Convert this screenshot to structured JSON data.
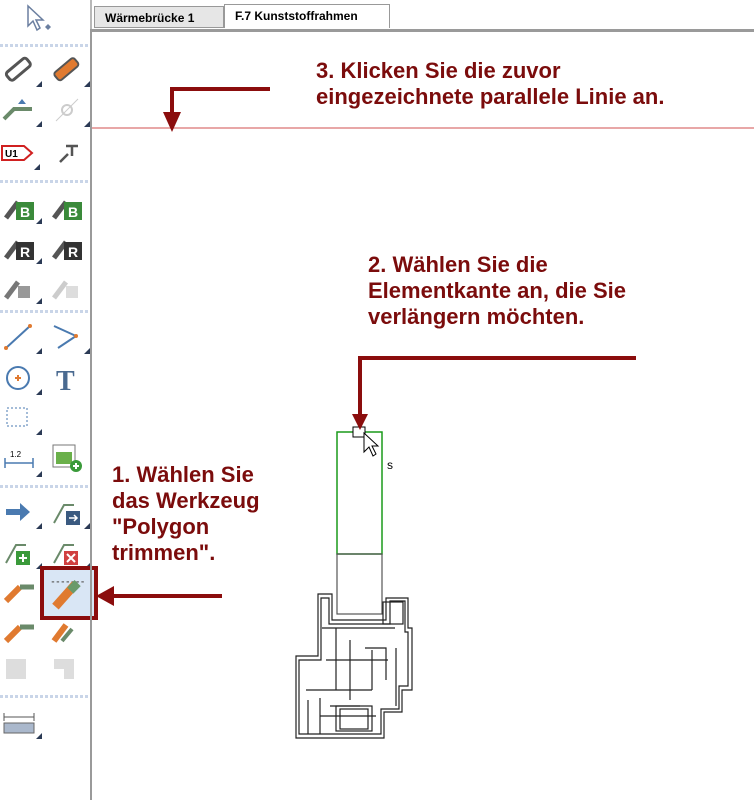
{
  "tabs": [
    {
      "label": "Wärmebrücke 1"
    },
    {
      "label": "F.7 Kunststoffrahmen"
    }
  ],
  "active_tab": "F.7 Kunststoffrahmen",
  "annotations": {
    "step1": [
      "1. Wählen Sie",
      "das Werkzeug",
      "\"Polygon",
      "trimmen\"."
    ],
    "step2": [
      "2. Wählen Sie die",
      "Elementkante an, die Sie",
      "verlängern möchten."
    ],
    "step3": [
      "3. Klicken Sie die zuvor",
      "eingezeichnete parallele Linie an."
    ]
  },
  "cursor_snap_label": "s",
  "colors": {
    "annotation": "#7b0c0c",
    "parallel_line": "#e08a8a",
    "selected_edge": "#1a9a1a",
    "highlight": "#8b0d0d"
  }
}
